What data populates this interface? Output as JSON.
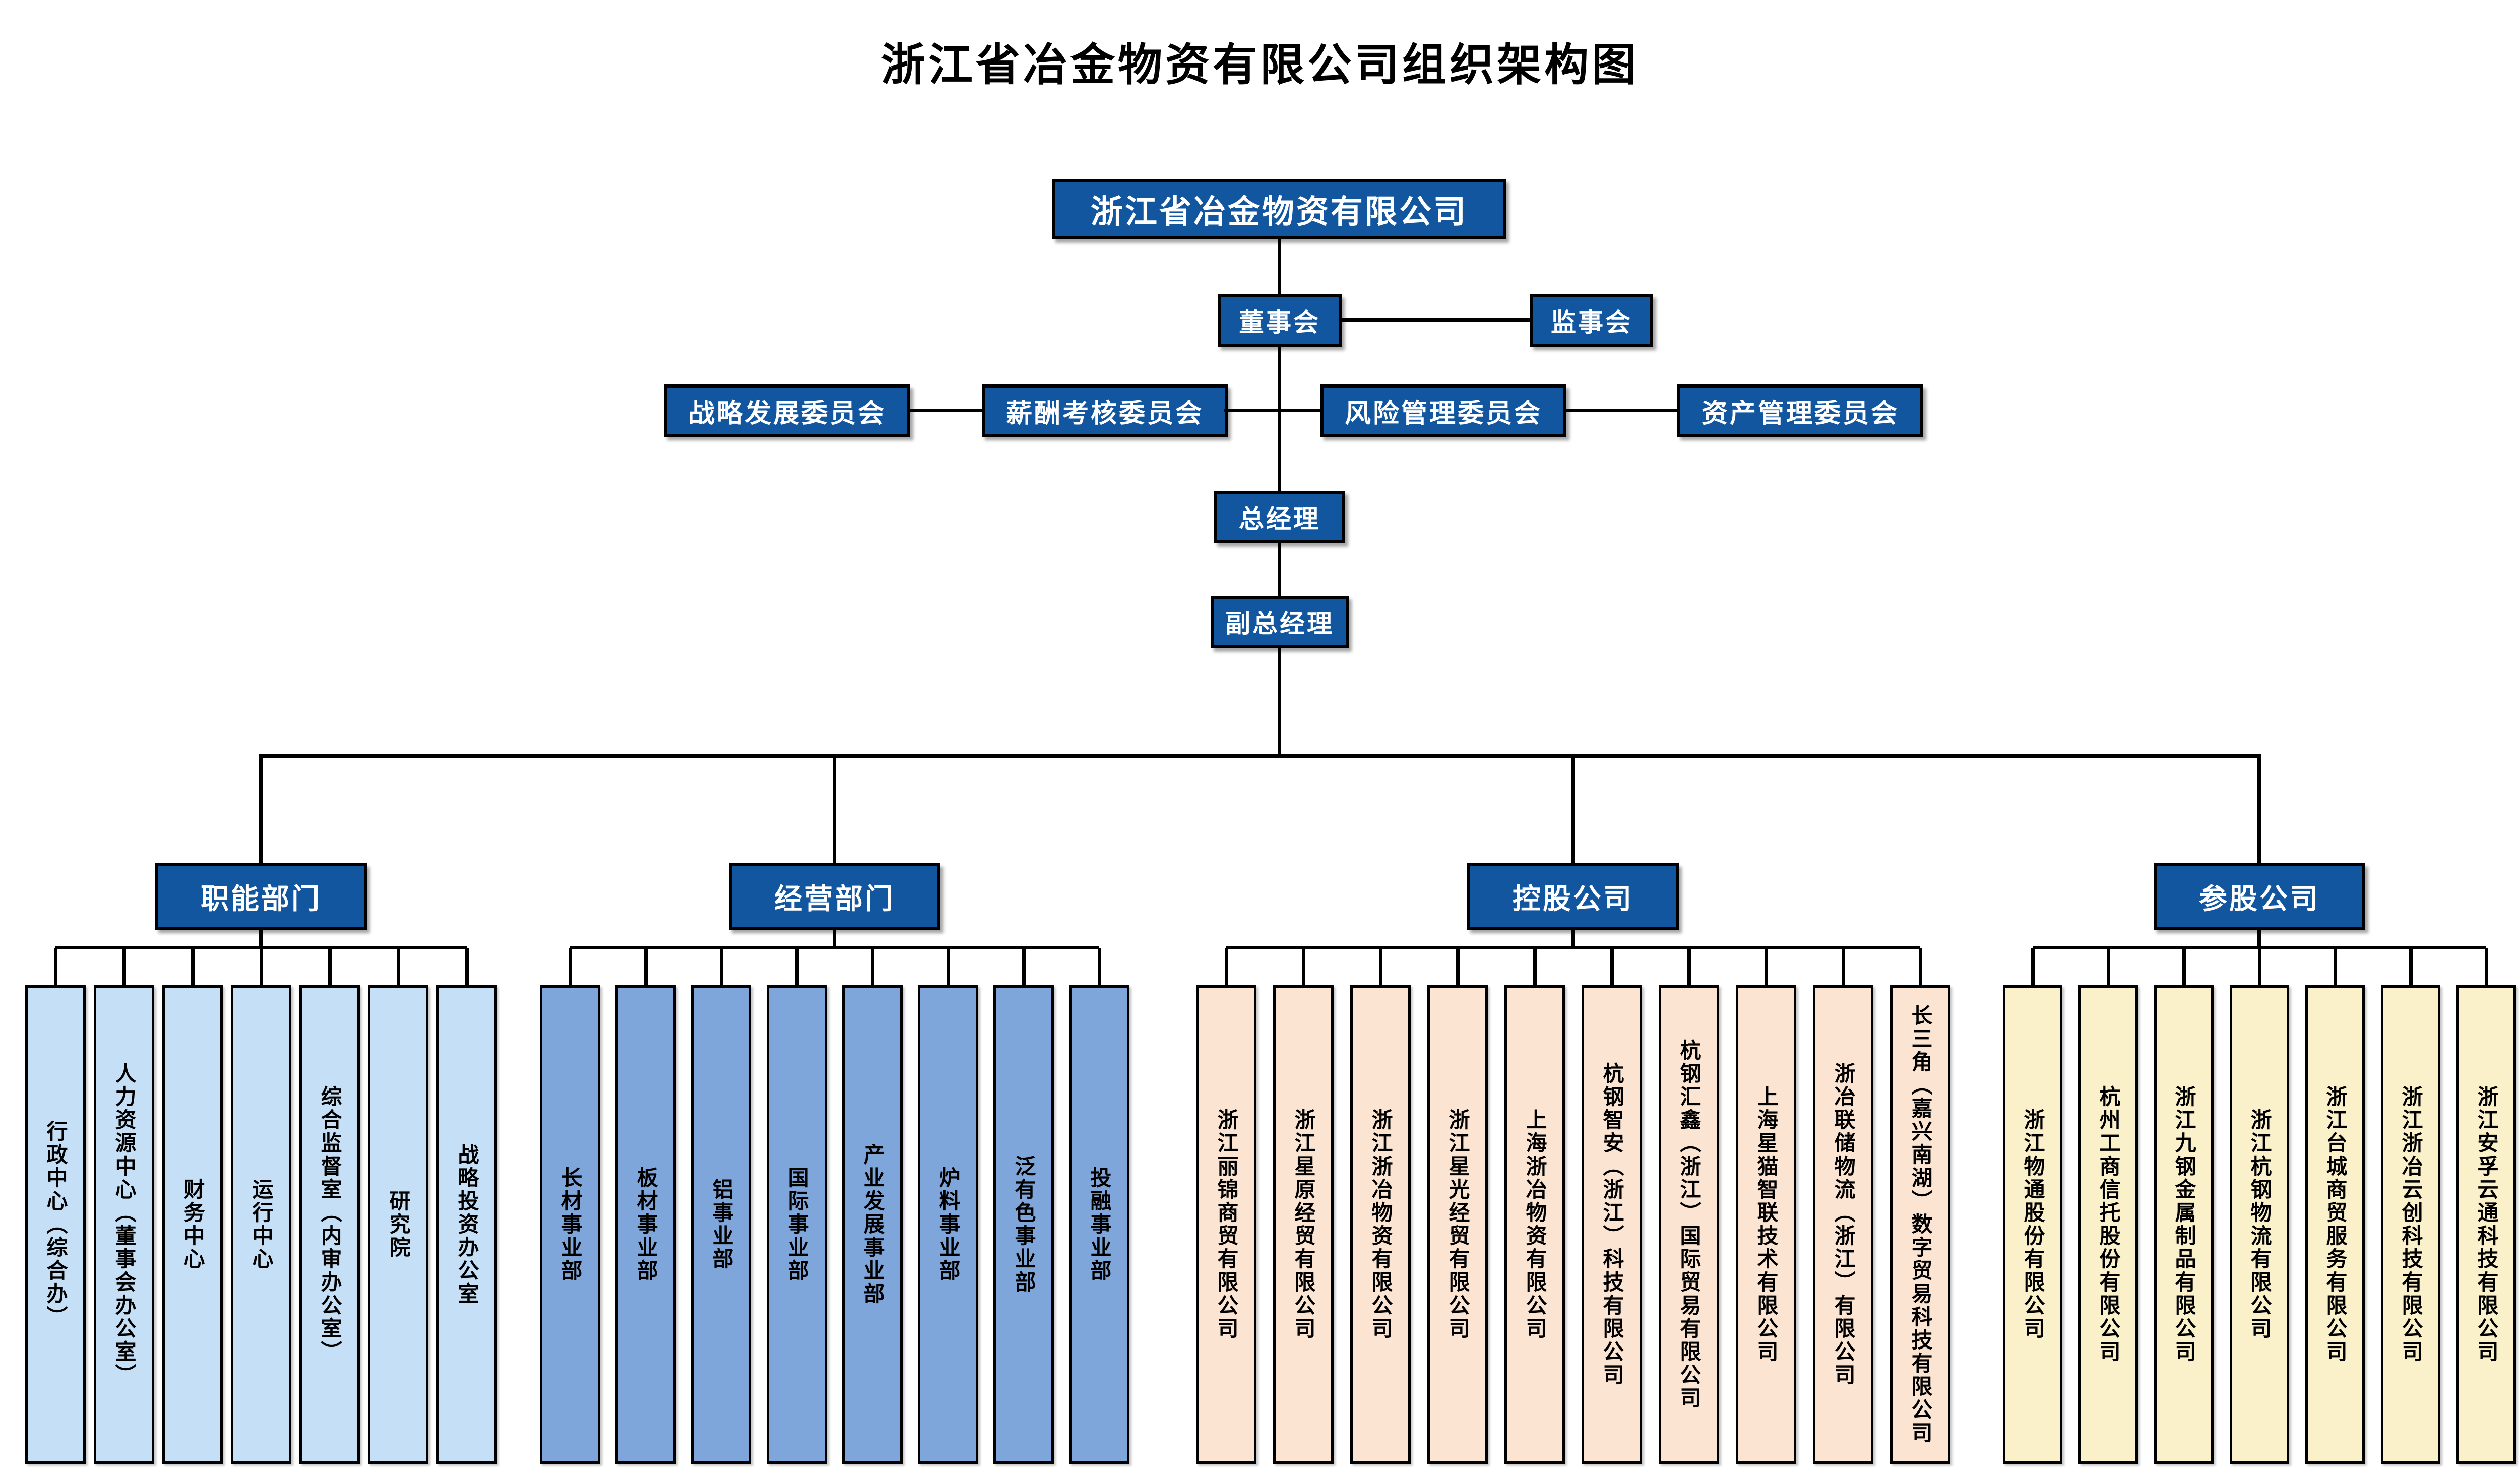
{
  "title": "浙江省冶金物资有限公司组织架构图",
  "org": {
    "root": "浙江省冶金物资有限公司",
    "board": "董事会",
    "supervisory_board": "监事会",
    "committees": [
      "战略发展委员会",
      "薪酬考核委员会",
      "风险管理委员会",
      "资产管理委员会"
    ],
    "general_manager": "总经理",
    "deputy_general_manager": "副总经理",
    "groups": [
      {
        "header": "职能部门",
        "items": [
          "行政中心（综合办）",
          "人力资源中心（董事会办公室）",
          "财务中心",
          "运行中心",
          "综合监督室（内审办公室）",
          "研究院",
          "战略投资办公室"
        ]
      },
      {
        "header": "经营部门",
        "items": [
          "长材事业部",
          "板材事业部",
          "铝事业部",
          "国际事业部",
          "产业发展事业部",
          "炉料事业部",
          "泛有色事业部",
          "投融事业部"
        ]
      },
      {
        "header": "控股公司",
        "items": [
          "浙江丽锦商贸有限公司",
          "浙江星原经贸有限公司",
          "浙江浙冶物资有限公司",
          "浙江星光经贸有限公司",
          "上海浙冶物资有限公司",
          "杭钢智安（浙江）科技有限公司",
          "杭钢汇鑫（浙江）国际贸易有限公司",
          "上海星猫智联技术有限公司",
          "浙冶联储物流（浙江）有限公司",
          "长三角（嘉兴南湖）数字贸易科技有限公司"
        ]
      },
      {
        "header": "参股公司",
        "items": [
          "浙江物通股份有限公司",
          "杭州工商信托股份有限公司",
          "浙江九钢金属制品有限公司",
          "浙江杭钢物流有限公司",
          "浙江台城商贸服务有限公司",
          "浙江浙冶云创科技有限公司",
          "浙江安孚云通科技有限公司"
        ]
      }
    ]
  },
  "colors": {
    "dark_blue": "#1256A0",
    "light_blue": "#C5DFF6",
    "medium_blue": "#7EA6DA",
    "peach": "#FBE5D2",
    "light_yellow": "#FAF0CA",
    "line_black": "#000000",
    "text_white": "#FFFFFF",
    "text_black": "#000000"
  }
}
